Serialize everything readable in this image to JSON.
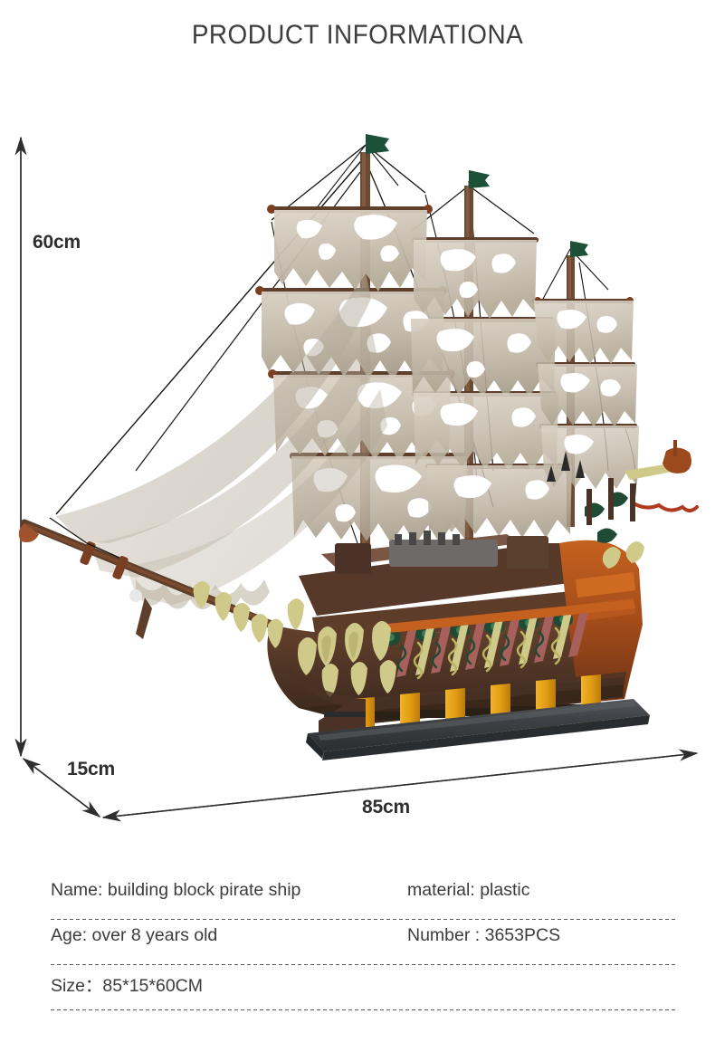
{
  "header": {
    "title": "PRODUCT INFORMATIONA"
  },
  "diagram": {
    "height_label": "60cm",
    "depth_label": "15cm",
    "width_label": "85cm",
    "product_depicted": "building block pirate ship model on display stand",
    "colors": {
      "sail": "#cfc6b8",
      "sail_shadow": "#a89e8e",
      "mast": "#6b4a33",
      "hull_dark": "#4a3226",
      "hull_orange": "#b8561f",
      "coral_pale": "#cfc98a",
      "coral_green": "#1f4a33",
      "support_gold": "#e8a317",
      "base_dark": "#3c3f42",
      "rigging": "#1a1a1a",
      "flag_green": "#1d5038",
      "arrow": "#2e2e2e"
    }
  },
  "specs": {
    "rows": [
      {
        "left": "Name: building block pirate ship",
        "right": "material: plastic"
      },
      {
        "left": "Age: over 8 years old",
        "right": "Number : 3653PCS"
      },
      {
        "left": "Size：85*15*60CM",
        "right": ""
      }
    ]
  }
}
